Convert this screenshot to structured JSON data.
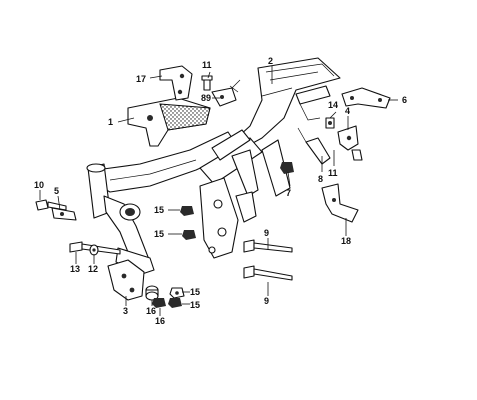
{
  "diagram": {
    "labels": {
      "p1": "1",
      "p2": "2",
      "p3": "3",
      "p4": "4",
      "p5": "5",
      "p6": "6",
      "p7": "7",
      "p8a": "8",
      "p8b": "8",
      "p9a": "9",
      "p9b": "9",
      "p9c": "9",
      "p10": "10",
      "p11a": "11",
      "p11b": "11",
      "p12": "12",
      "p13": "13",
      "p14": "14",
      "p15a": "15",
      "p15b": "15",
      "p15c": "15",
      "p15d": "15",
      "p16a": "16",
      "p16b": "16",
      "p17": "17",
      "p18": "18"
    },
    "colors": {
      "ink": "#111111",
      "paper": "#ffffff"
    }
  }
}
